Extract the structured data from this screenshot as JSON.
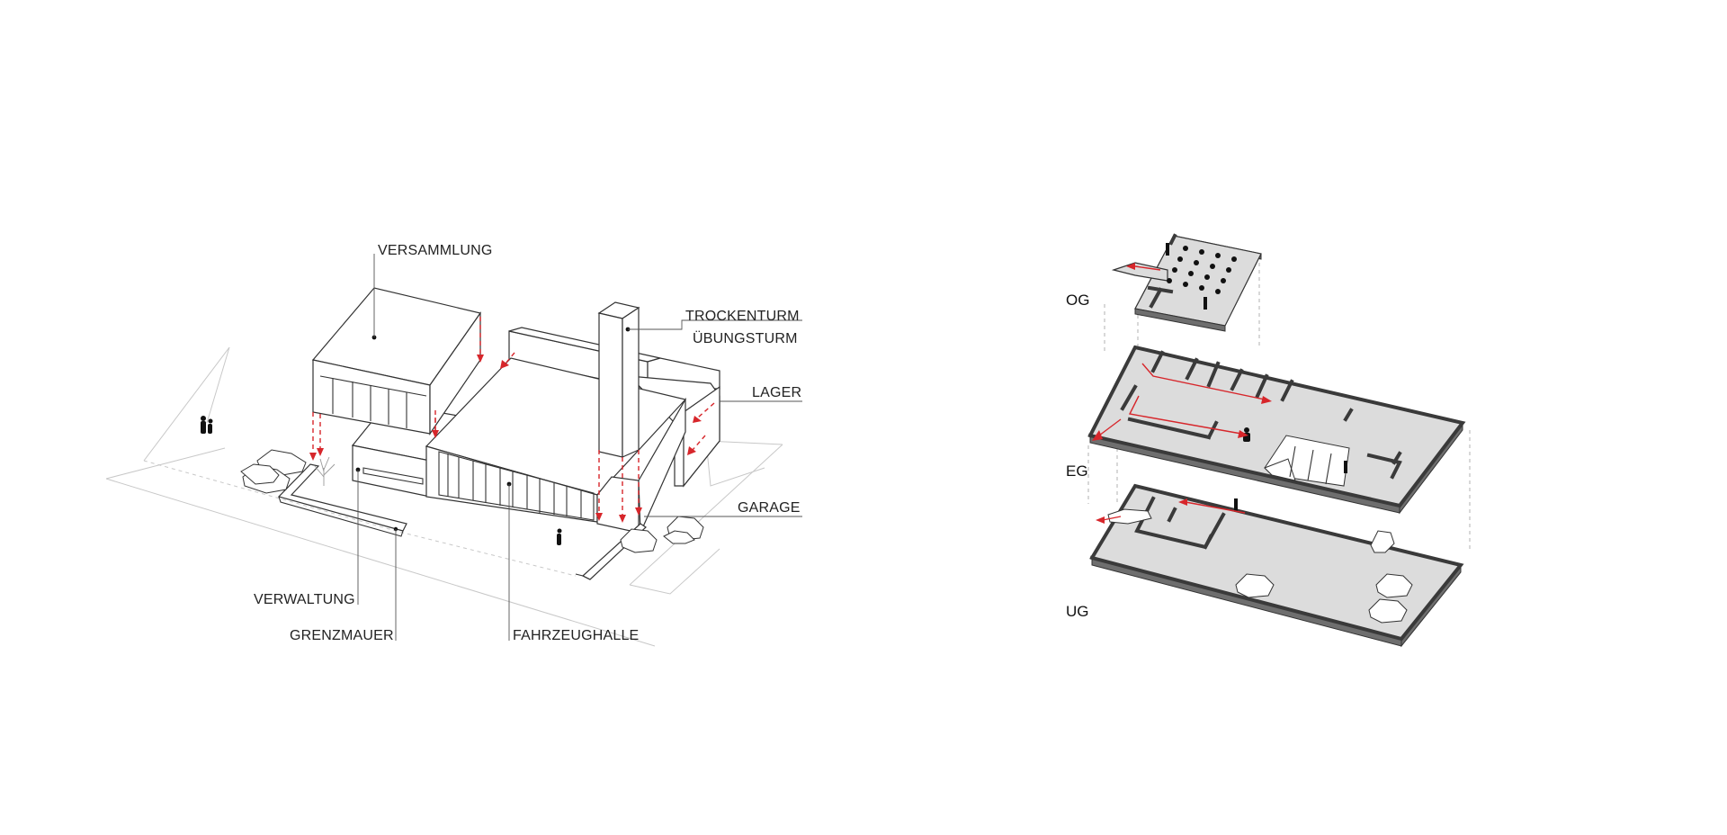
{
  "axonometry": {
    "labels": {
      "versammlung": "VERSAMMLUNG",
      "trockenturm": "TROCKENTURM",
      "uebungsturm": "ÜBUNGSTURM",
      "lager": "LAGER",
      "garage": "GARAGE",
      "verwaltung": "VERWALTUNG",
      "grenzmauer": "GRENZMAUER",
      "fahrzeughalle": "FAHRZEUGHALLE"
    }
  },
  "exploded_plans": {
    "levels": {
      "og": "OG",
      "eg": "EG",
      "ug": "UG"
    }
  },
  "colors": {
    "circulation_red": "#d7262b",
    "slab_fill": "#dcdcdc",
    "slab_edge": "#6e6e6e",
    "linework": "#333333"
  }
}
